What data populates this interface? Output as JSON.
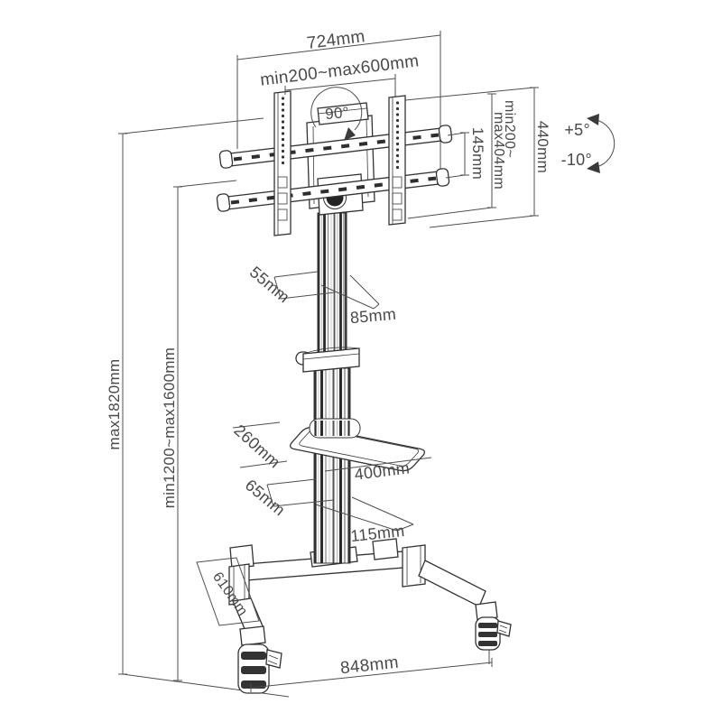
{
  "diagram_title": "TV mobile floor stand dimension diagram",
  "colors": {
    "line": "#4f4f4f",
    "draw": "#333333",
    "text": "#4a4a4a",
    "dark_fill": "#242424",
    "background": "#ffffff"
  },
  "dimensions": {
    "top_width": "724mm",
    "bracket_width_range": "min200~max600mm",
    "swivel_angle": "90°",
    "rail_gap": "145mm",
    "vesa_range_line1": "min200~",
    "vesa_range_line2": "max404mm",
    "bracket_height": "440mm",
    "tilt_up": "+5°",
    "tilt_down": "-10°",
    "height_max": "max1820mm",
    "height_range": "min1200~max1600mm",
    "pole_side_depth": "55mm",
    "pole_front_width": "85mm",
    "shelf_depth": "260mm",
    "shelf_width": "400mm",
    "lower_pole_side": "65mm",
    "lower_pole_front": "115mm",
    "leg_length": "610mm",
    "base_width": "848mm"
  }
}
